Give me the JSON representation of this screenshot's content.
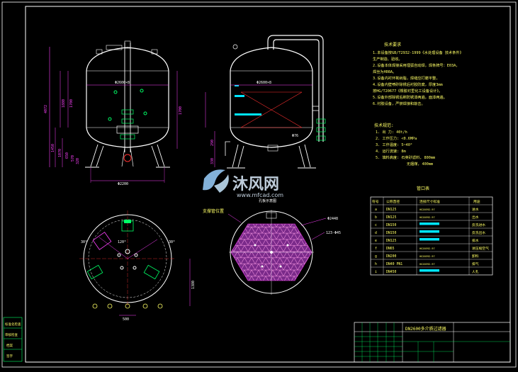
{
  "tech_requirements": {
    "title": "技术要求",
    "items": [
      "1.本设备按GB/T2932-1999《水处理设备 技术条件》",
      "生产制造、验收。",
      "2.设备本体焊接采用埋弧自动焊，焊条牌号：E03A，",
      "焊丝为H08A。",
      "3.设备内衬环氧树脂，焊缝应打磨平整，",
      "4.设备内壁喷砂除锈后衬胶防腐，厚度3mm",
      "按HG/T20677《橡胶衬里化工设备设计》。",
      "5.设备外部除锈后刷防锈漆两遍，面漆两遍。",
      "6.衬胶设备，严禁焊接和敲击。"
    ]
  },
  "tech_params": {
    "title": "技术规范:",
    "items": [
      "1. 出   力:    40t/h",
      "2. 工作压力:   <0.6MPa",
      "3. 工作温度:   5~40°",
      "4. 运行流速:   8m",
      "5. 填料高度:   石英砂滤料, 800mm",
      "              无烟煤, 400mm"
    ]
  },
  "nozzle_table": {
    "title": "管口表",
    "headers": [
      "符号",
      "公称直径",
      "连接尺寸标准",
      "用途"
    ],
    "rows": [
      [
        "a",
        "DN125",
        "HG20592-97",
        "进水"
      ],
      [
        "b",
        "DN125",
        "HG20592-97",
        "出水"
      ],
      [
        "c",
        "DN150",
        "",
        "反洗进水"
      ],
      [
        "d",
        "DN150",
        "",
        "反洗出水"
      ],
      [
        "e",
        "DN125",
        "",
        "排水"
      ],
      [
        "f",
        "DN65",
        "HG20592-97",
        "进压缩空气"
      ],
      [
        "g",
        "DN200",
        "HG20592-97",
        "卸料"
      ],
      [
        "h",
        "DN40 PN1",
        "HG20592-97",
        "排气"
      ],
      [
        "i",
        "DN450",
        "",
        "人孔"
      ]
    ]
  },
  "title_block": {
    "drawing_name": "DN2600多介质过滤器"
  },
  "watermark": {
    "brand": "沐风网",
    "url": "www.mfcad.com"
  },
  "view_labels": {
    "support_position": "支撑管位置",
    "plate_label": "孔板示意图",
    "diameter_2448": "Φ2448",
    "holes": "123-Φ45"
  },
  "dimensions": {
    "front_height": "4072",
    "front_1880": "1880",
    "front_1450": "1450",
    "front_1070": "1070",
    "front_650": "650",
    "front_570": "570",
    "front_320": "320",
    "front_1700": "1700",
    "front_1700b": "1700",
    "front_diameter": "Φ2600×8",
    "front_base": "Φ2200",
    "side_diameter": "Φ2600×8",
    "side_290": "290",
    "side_330": "330",
    "side_76": "Φ76",
    "plan_1380": "1380",
    "plan_500": "500",
    "plan_120": "120°",
    "plan_30a": "30°",
    "plan_30b": "30°"
  },
  "left_tabs": [
    "标准化检查",
    "审核检查",
    "档案",
    "签字"
  ],
  "colors": {
    "background": "#000000",
    "frame": "#ffffff",
    "vessel": "#ffffff",
    "dimension": "#ff40ff",
    "text": "#ffff66",
    "pipe": "#ffffff",
    "hatch": "#ff3030",
    "plate_fill": "#7a2a8a",
    "water": "#00e5ff",
    "nozzle": "#00ff66"
  }
}
